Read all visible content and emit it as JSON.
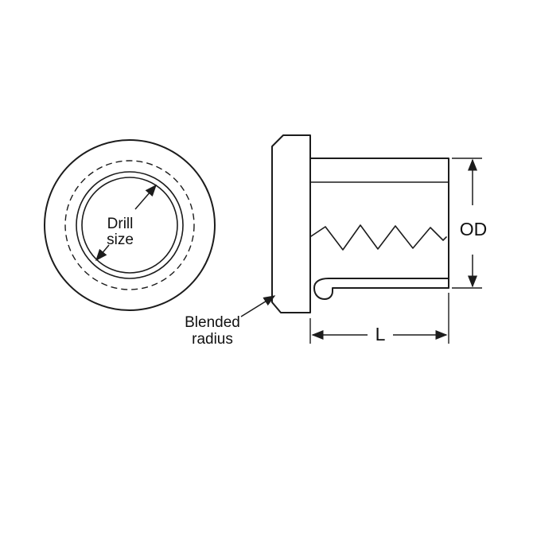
{
  "diagram": {
    "name": "drill-bushing-technical-diagram",
    "background_color": "#ffffff",
    "stroke_color": "#1c1c1c",
    "labels": {
      "drill_size": {
        "line1": "Drill",
        "line2": "size"
      },
      "od": "OD",
      "length": "L",
      "blended_radius": {
        "line1": "Blended",
        "line2": "radius"
      }
    }
  }
}
